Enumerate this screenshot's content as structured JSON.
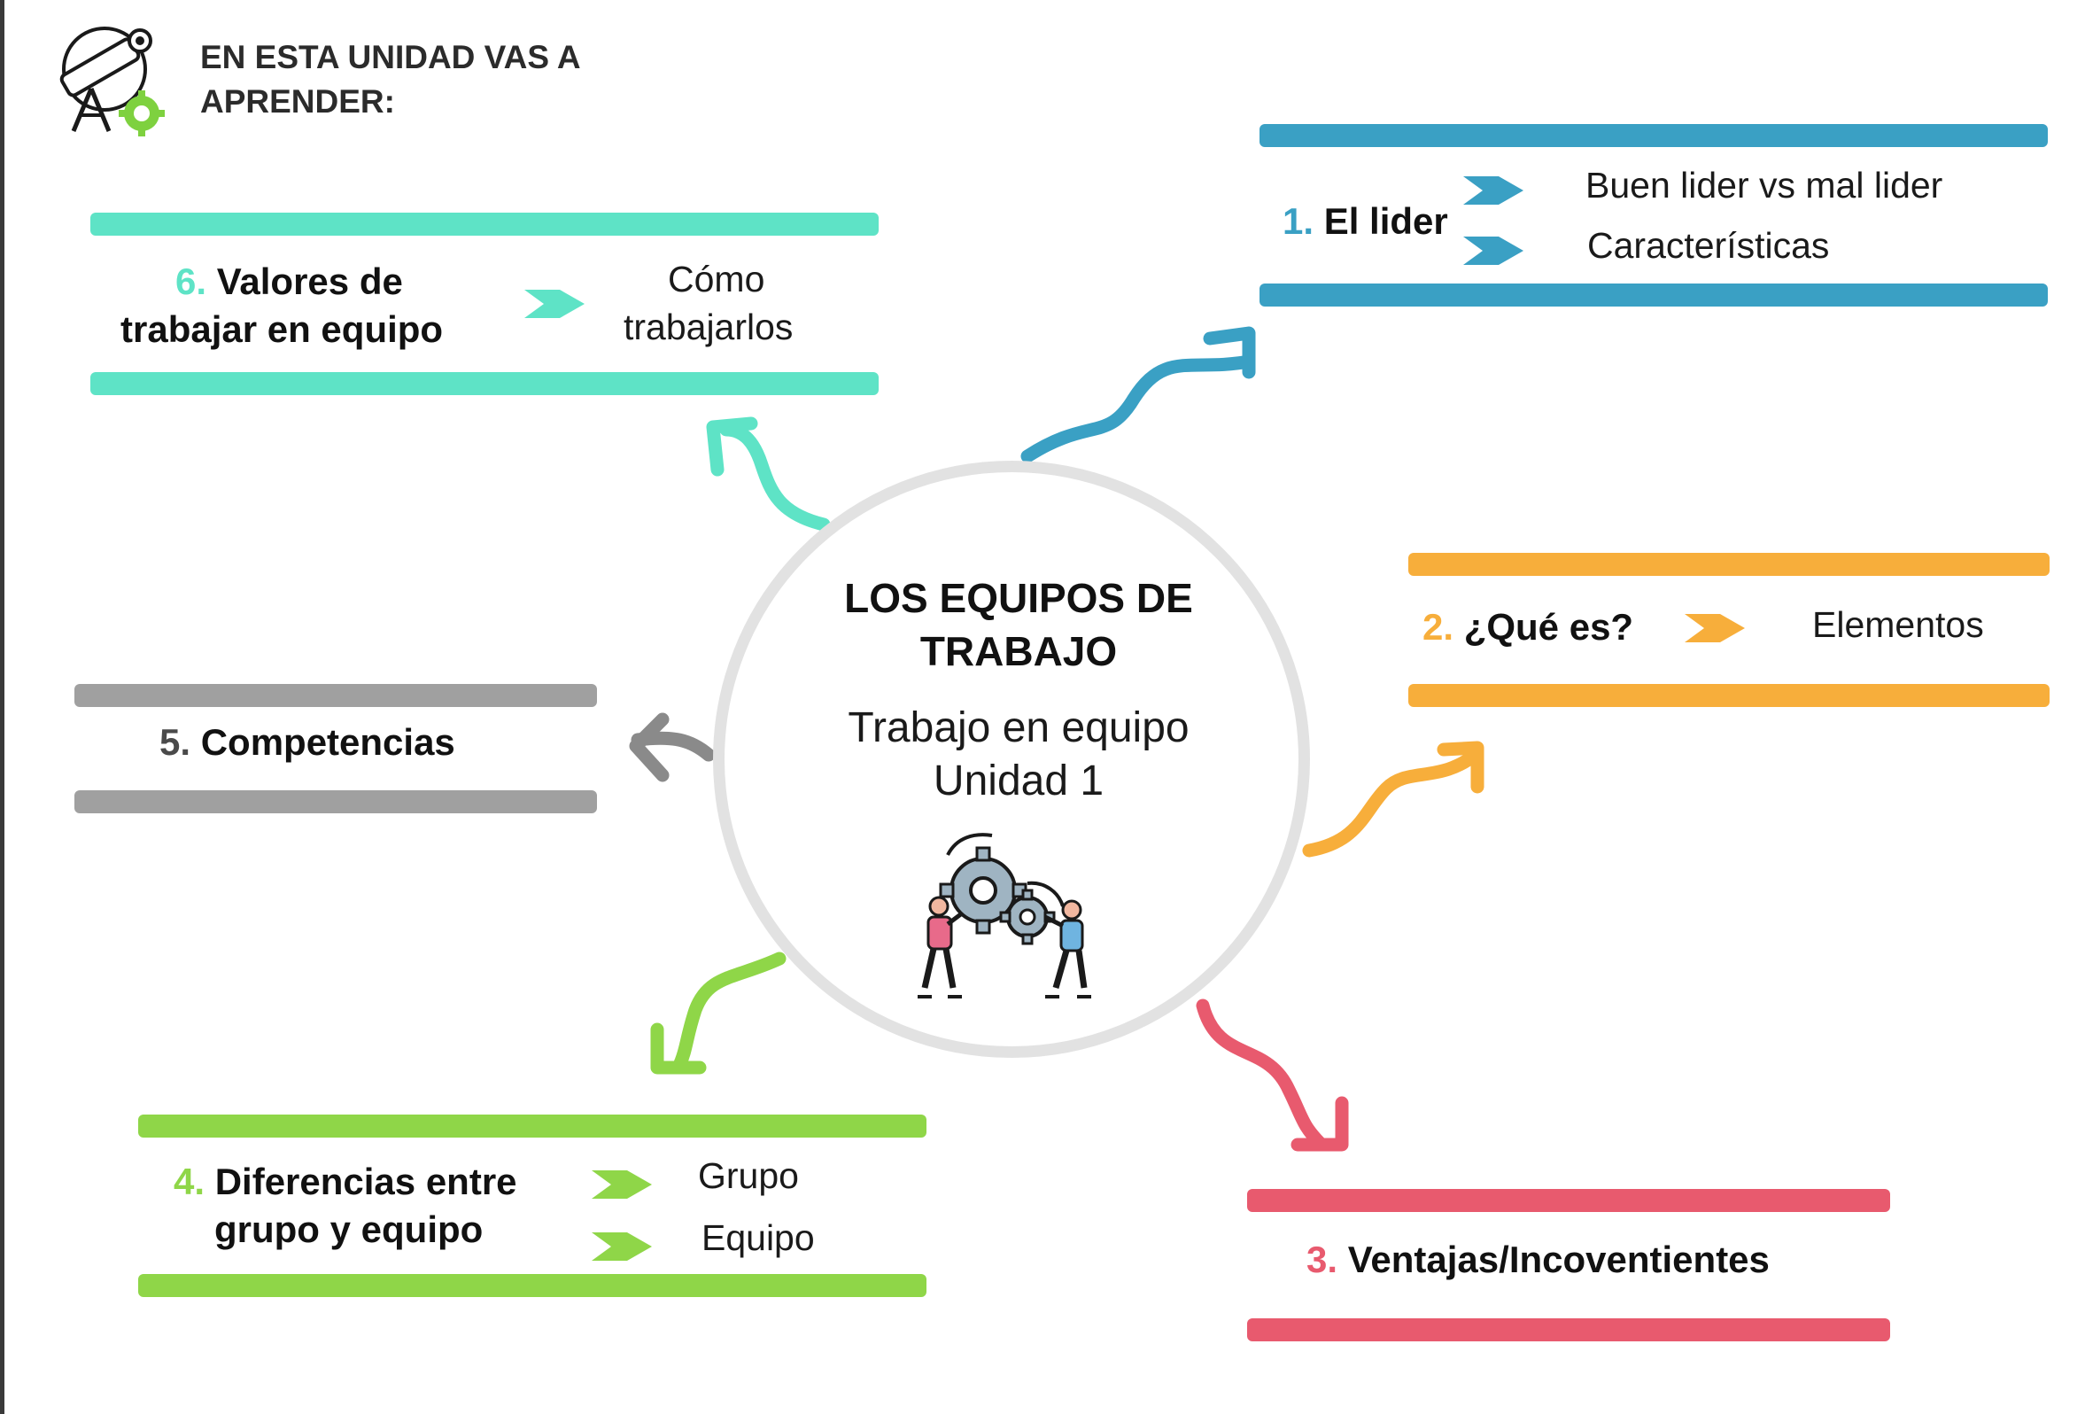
{
  "header": {
    "title": "EN ESTA UNIDAD VAS A APRENDER:"
  },
  "center": {
    "title": "LOS EQUIPOS DE TRABAJO",
    "subtitle_line1": "Trabajo en equipo",
    "subtitle_line2": "Unidad 1"
  },
  "topics": [
    {
      "num": "1.",
      "label": "El lider",
      "color": "#3aa0c4",
      "items": [
        "Buen lider vs mal lider",
        "Características"
      ]
    },
    {
      "num": "2.",
      "label": "¿Qué es?",
      "color": "#f7ae3b",
      "items": [
        "Elementos"
      ]
    },
    {
      "num": "3.",
      "label": "Ventajas/Incoventientes",
      "color": "#e85a6e",
      "items": []
    },
    {
      "num": "4.",
      "label_line1": "Diferencias entre",
      "label_line2": "grupo y equipo",
      "color": "#8fd648",
      "items": [
        "Grupo",
        "Equipo"
      ]
    },
    {
      "num": "5.",
      "label": "Competencias",
      "color": "#a0a0a0",
      "items": []
    },
    {
      "num": "6.",
      "label_line1": "Valores de",
      "label_line2": "trabajar en equipo",
      "color": "#5ee3c6",
      "items": [
        "Cómo trabajarlos"
      ],
      "item_line1": "Cómo",
      "item_line2": "trabajarlos"
    }
  ],
  "icons": {
    "header": "telescope-gear-icon",
    "center": "teamwork-gears-icon",
    "arrow": "chevron-right-icon"
  }
}
